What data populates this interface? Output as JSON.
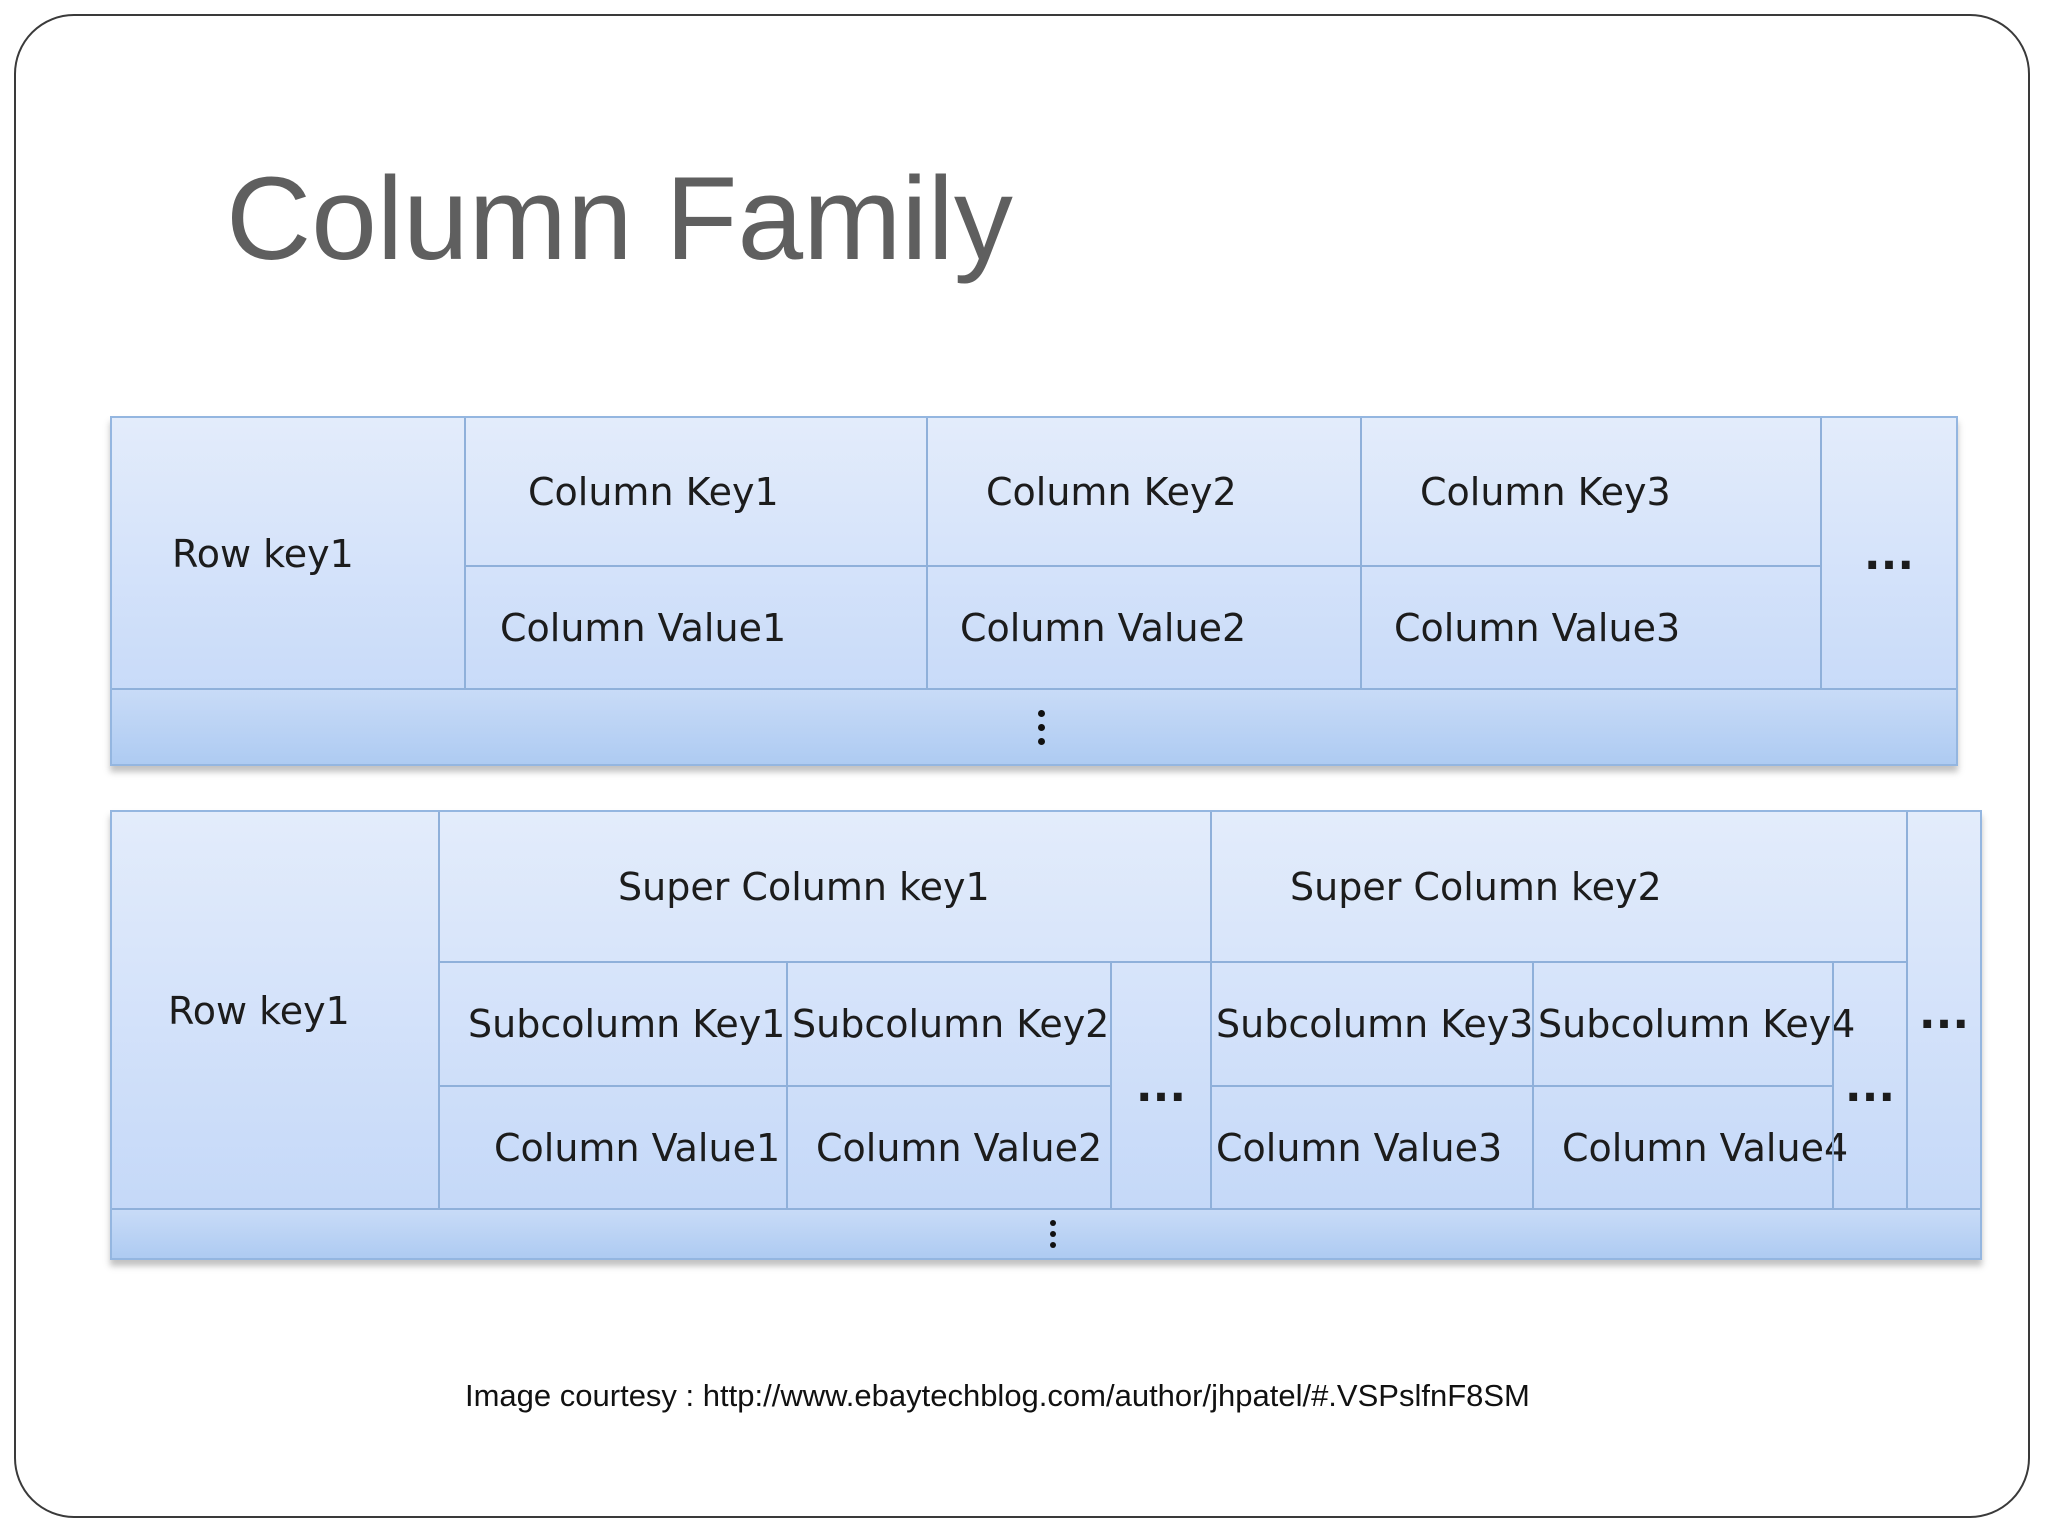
{
  "slide": {
    "title": "Column Family",
    "courtesy": "Image courtesy : http://www.ebaytechblog.com/author/jhpatel/#.VSPslfnF8SM"
  },
  "diagram1": {
    "row_key": "Row key1",
    "column_keys": [
      "Column Key1",
      "Column Key2",
      "Column Key3"
    ],
    "column_values": [
      "Column Value1",
      "Column Value2",
      "Column Value3"
    ],
    "more_columns": "...",
    "more_rows": "⋮"
  },
  "diagram2": {
    "row_key": "Row key1",
    "super_column_keys": [
      "Super Column key1",
      "Super Column key2"
    ],
    "subcolumn_keys": [
      "Subcolumn Key1",
      "Subcolumn Key2",
      "Subcolumn Key3",
      "Subcolumn Key4"
    ],
    "column_values": [
      "Column Value1",
      "Column Value2",
      "Column Value3",
      "Column Value4"
    ],
    "more_subcolumns": "...",
    "more_super_columns": "...",
    "more_rows": "⋮"
  },
  "colors": {
    "cell_top": "#e3ecfb",
    "cell_bottom": "#c1d6f8",
    "border": "#8fb0da",
    "title": "#5f5f5f"
  }
}
